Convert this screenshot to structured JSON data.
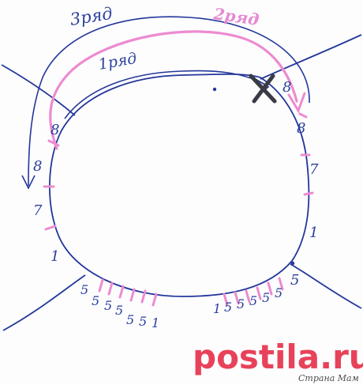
{
  "labels": {
    "row1": "1ряд",
    "row2": "2ряд",
    "row3": "3ряд"
  },
  "counts": {
    "top_right_a": "8",
    "top_right_b": "8",
    "right_7": "7",
    "right_1": "1",
    "right_5": "5",
    "left_8a": "8",
    "left_8b": "8",
    "left_7": "7",
    "left_1": "1",
    "bottom_left_seq": [
      "5",
      "5",
      "5",
      "5",
      "5",
      "5",
      "1"
    ],
    "bottom_right_seq": [
      "1",
      "5",
      "5",
      "5",
      "5",
      "5"
    ]
  },
  "watermark": {
    "site": "postila.ru",
    "sub": "Страна Мам"
  },
  "colors": {
    "ink_blue": "#23379a",
    "pink": "#ec8bd0",
    "dark_mark": "#3b3b45",
    "watermark_red": "#e8425a"
  }
}
